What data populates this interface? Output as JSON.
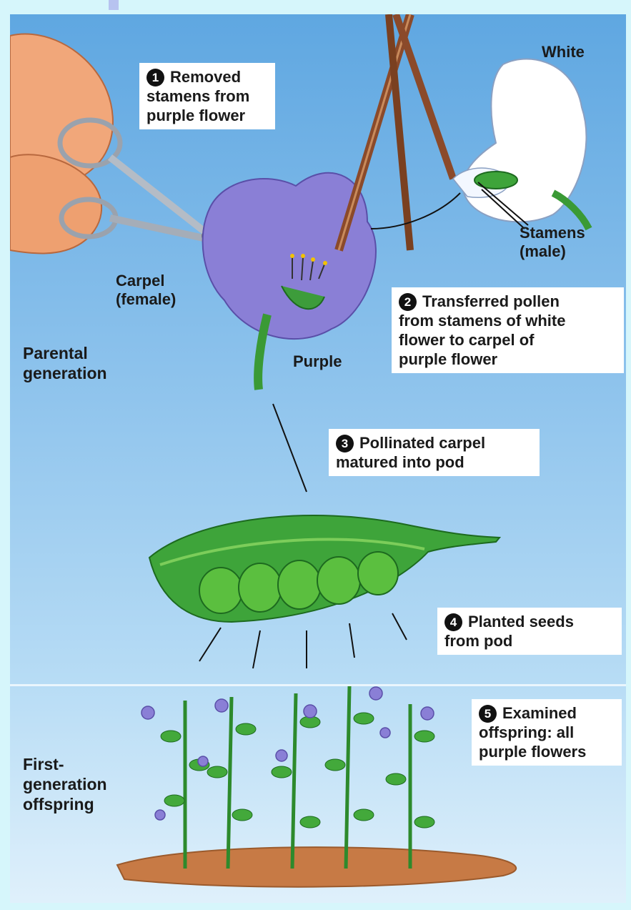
{
  "steps": [
    {
      "num": "1",
      "lines": [
        "Removed",
        "stamens from",
        "purple flower"
      ]
    },
    {
      "num": "2",
      "lines": [
        "Transferred pollen",
        "from stamens of white",
        "flower to carpel of",
        "purple flower"
      ]
    },
    {
      "num": "3",
      "lines": [
        "Pollinated carpel",
        "matured into pod"
      ]
    },
    {
      "num": "4",
      "lines": [
        "Planted seeds",
        "from pod"
      ]
    },
    {
      "num": "5",
      "lines": [
        "Examined",
        "offspring: all",
        "purple flowers"
      ]
    }
  ],
  "labels": {
    "white": "White",
    "stamens": [
      "Stamens",
      "(male)"
    ],
    "carpel": [
      "Carpel",
      "(female)"
    ],
    "purple": "Purple"
  },
  "sections": {
    "parental": [
      "Parental",
      "generation"
    ],
    "first": [
      "First-",
      "generation",
      "offspring"
    ]
  },
  "colors": {
    "sky": "#6aaee3",
    "purple_flower": "#8a7fd6",
    "pod_green": "#3ea43a",
    "soil": "#c77a45",
    "white_flower": "#ffffff"
  }
}
